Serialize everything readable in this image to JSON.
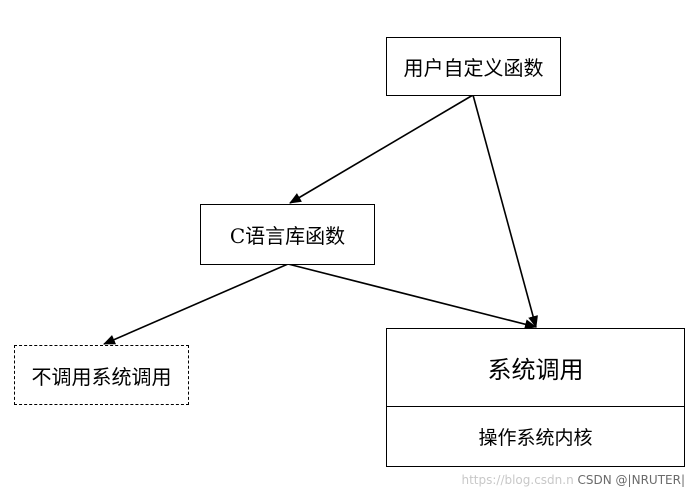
{
  "nodes": {
    "user_func": "用户自定义函数",
    "c_lib": "C语言库函数",
    "no_syscall": "不调用系统调用",
    "syscall": "系统调用",
    "kernel": "操作系统内核"
  },
  "edges": [
    {
      "from": "user_func",
      "to": "c_lib"
    },
    {
      "from": "user_func",
      "to": "syscall"
    },
    {
      "from": "c_lib",
      "to": "no_syscall"
    },
    {
      "from": "c_lib",
      "to": "syscall"
    }
  ],
  "watermark": {
    "url": "https://blog.csdn.n",
    "brand": "CSDN @|NRUTER|"
  }
}
